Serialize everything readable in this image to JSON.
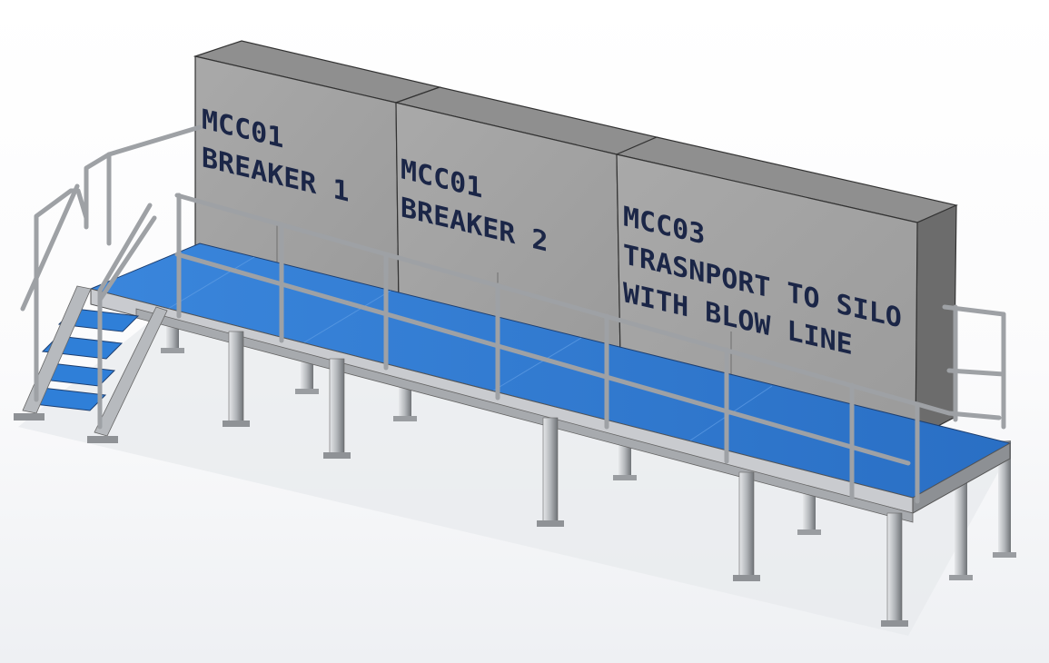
{
  "cabinets": [
    {
      "line1": "MCC01",
      "line2": "BREAKER 1"
    },
    {
      "line1": "MCC01",
      "line2": "BREAKER 2"
    },
    {
      "line1": "MCC03",
      "line2": "TRASNPORT TO SILO",
      "line3": "WITH BLOW LINE"
    }
  ],
  "colors": {
    "deck": "#2f7fd8",
    "cabinet_front": "#a2a2a2",
    "cabinet_top": "#8f8f8f",
    "cabinet_side": "#6c6c6c",
    "steel": "#b9bcc0",
    "label": "#1b2647"
  }
}
